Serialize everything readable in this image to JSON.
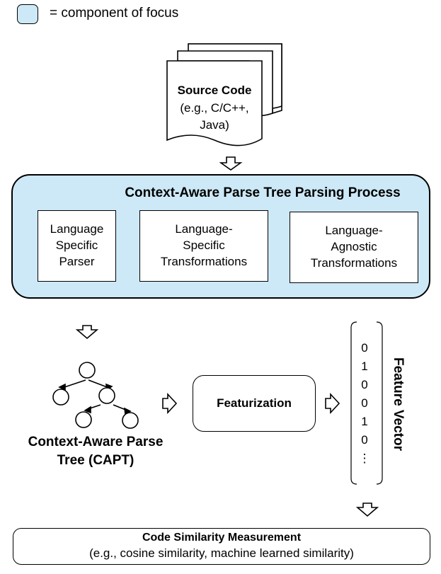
{
  "legend": {
    "text": "= component of focus",
    "swatch_color": "#cde9f7"
  },
  "source": {
    "title": "Source Code",
    "line1": "(e.g., C/C++,",
    "line2": "Java)"
  },
  "process": {
    "title": "Context-Aware Parse Tree Parsing Process",
    "fill_color": "#cde9f7",
    "steps": [
      {
        "label": "Language\nSpecific\nParser"
      },
      {
        "label": "Language-\nSpecific\nTransformations"
      },
      {
        "label": "Language-\nAgnostic\nTransformations"
      }
    ]
  },
  "capt": {
    "line1": "Context-Aware Parse",
    "line2": "Tree (CAPT)"
  },
  "featurization": {
    "label": "Featurization"
  },
  "feature_vector": {
    "label": "Feature Vector",
    "values": [
      "0",
      "1",
      "0",
      "0",
      "1",
      "0",
      "⋮"
    ]
  },
  "similarity": {
    "title": "Code Similarity Measurement",
    "subtitle": "(e.g., cosine similarity, machine learned similarity)"
  }
}
